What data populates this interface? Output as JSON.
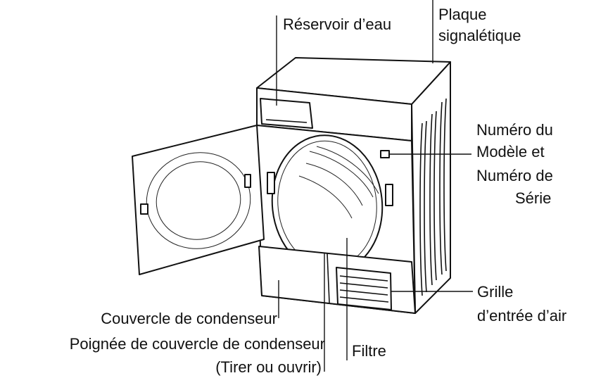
{
  "labels": {
    "reservoir": "Réservoir d’eau",
    "plaque_1": "Plaque",
    "plaque_2": "signalétique",
    "modele_1": "Numéro du",
    "modele_2": "Modèle et",
    "modele_3": "Numéro de",
    "modele_4": "Série",
    "grille_1": "Grille",
    "grille_2": "d’entrée d’air",
    "couvercle": "Couvercle de condenseur",
    "poignee_1": "Poignée de couvercle de condenseur",
    "poignee_2": "(Tirer ou ouvrir)",
    "filtre": "Filtre"
  }
}
